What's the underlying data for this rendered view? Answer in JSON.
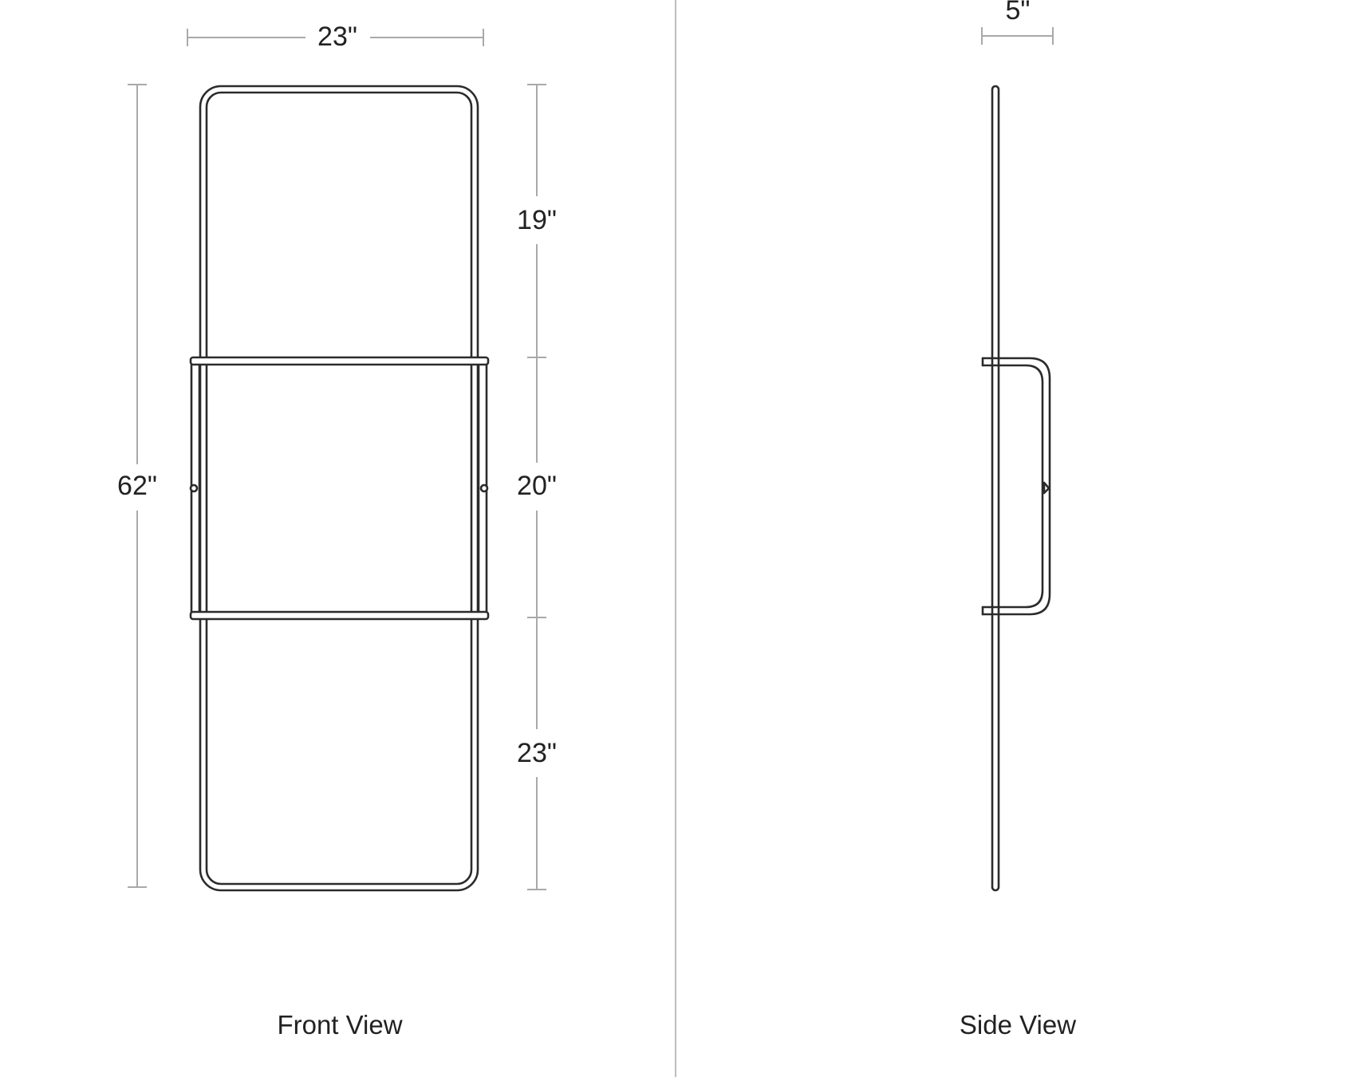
{
  "front_view": {
    "caption": "Front View",
    "width_label": "23\"",
    "height_label": "62\"",
    "top_section_label": "19\"",
    "middle_section_label": "20\"",
    "bottom_section_label": "23\""
  },
  "side_view": {
    "caption": "Side View",
    "depth_label": "5\""
  },
  "colors": {
    "outline": "#2b2b2b",
    "dimension_lines": "#a9a9a9",
    "divider": "#bdbdbd",
    "text": "#222222"
  }
}
